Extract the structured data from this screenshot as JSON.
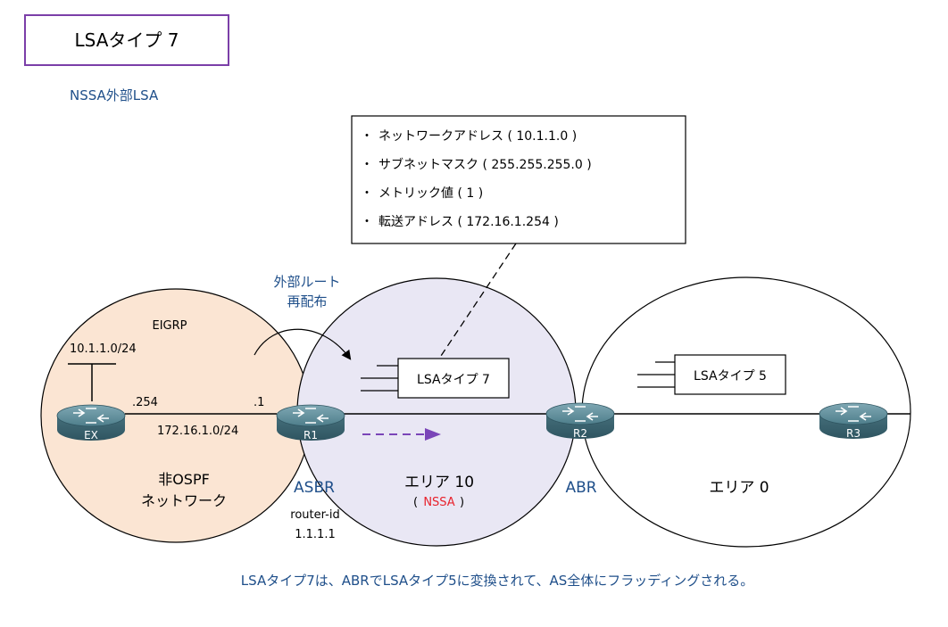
{
  "title": "LSAタイプ 7",
  "subtitle": "NSSA外部LSA",
  "info_box": {
    "bullet": "・",
    "items": [
      "ネットワークアドレス ( 10.1.1.0 )",
      "サブネットマスク ( 255.255.255.0 )",
      "メトリック値 ( 1 )",
      "転送アドレス ( 172.16.1.254 )"
    ]
  },
  "redistribute_label": [
    "外部ルート",
    "再配布"
  ],
  "eigrp_label": "EIGRP",
  "ex_network": "10.1.1.0/24",
  "link_ex_r1": {
    "left_host": ".254",
    "right_host": ".1",
    "subnet": "172.16.1.0/24"
  },
  "non_ospf_label": [
    "非OSPF",
    "ネットワーク"
  ],
  "routers": {
    "ex": "EX",
    "r1": "R1",
    "r2": "R2",
    "r3": "R3"
  },
  "asbr_label": "ASBR",
  "router_id_label": "router-id",
  "router_id_value": "1.1.1.1",
  "abr_label": "ABR",
  "area10": {
    "name": "エリア 10",
    "open": "(",
    "type": "NSSA",
    "close": ")"
  },
  "area0": {
    "name": "エリア 0"
  },
  "lsa7_box": "LSAタイプ 7",
  "lsa5_box": "LSAタイプ 5",
  "footer": "LSAタイプ7は、ABRでLSAタイプ5に変換されて、AS全体にフラッディングされる。",
  "colors": {
    "title_border": "#7b3fa8",
    "blue_text": "#1f4f8a",
    "nssa_red": "#e8222c",
    "eigrp_fill": "#fbe5d3",
    "area10_fill": "#e9e7f4",
    "router_body": "#3f6e7a",
    "dashed_arrow": "#7a45b8"
  }
}
